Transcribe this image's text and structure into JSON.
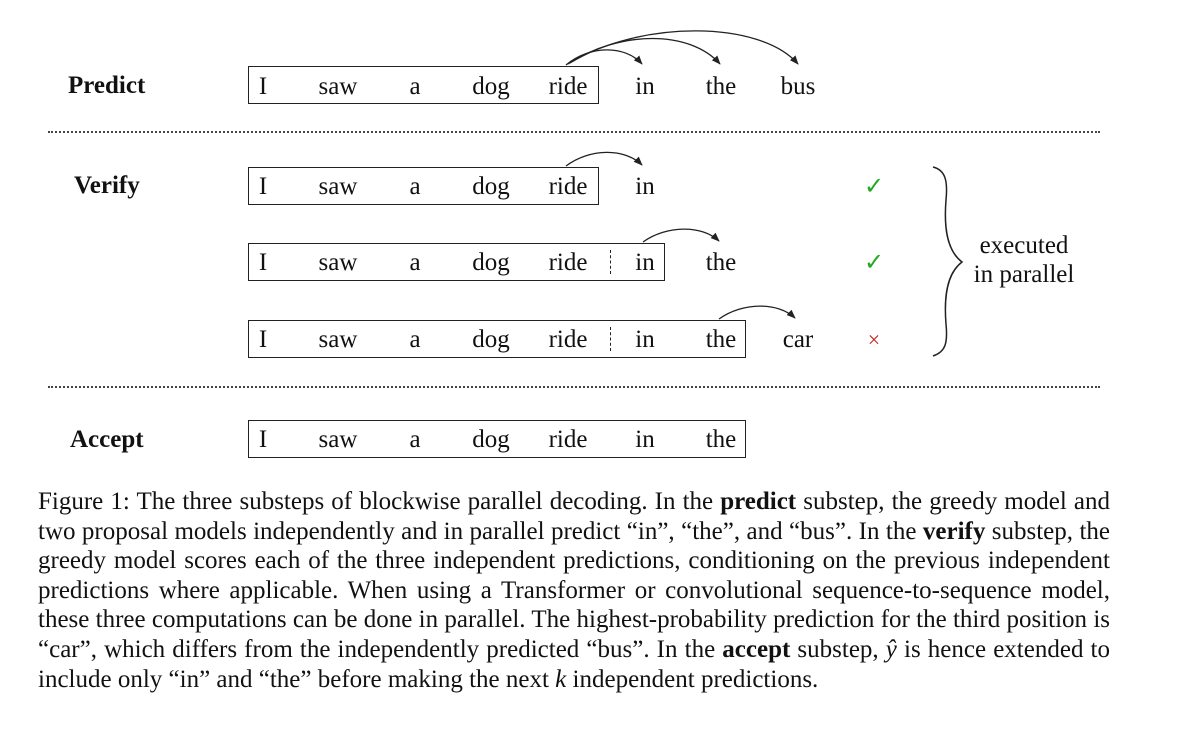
{
  "stages": {
    "predict": "Predict",
    "verify": "Verify",
    "accept": "Accept"
  },
  "rows": {
    "predict": [
      "I",
      "saw",
      "a",
      "dog",
      "ride",
      "in",
      "the",
      "bus"
    ],
    "verify1": [
      "I",
      "saw",
      "a",
      "dog",
      "ride",
      "in"
    ],
    "verify2": [
      "I",
      "saw",
      "a",
      "dog",
      "ride",
      "in",
      "the"
    ],
    "verify3": [
      "I",
      "saw",
      "a",
      "dog",
      "ride",
      "in",
      "the",
      "car"
    ],
    "accept": [
      "I",
      "saw",
      "a",
      "dog",
      "ride",
      "in",
      "the"
    ]
  },
  "marks": {
    "check": "✓",
    "cross": "×"
  },
  "side_note": {
    "line1": "executed",
    "line2": "in parallel"
  },
  "caption": {
    "label": "Figure 1:",
    "p1": " The three substeps of blockwise parallel decoding. In the ",
    "b1": "predict",
    "p2": " substep, the greedy model and two proposal models independently and in parallel predict “in”, “the”, and “bus”. In the ",
    "b2": "verify",
    "p3": " substep, the greedy model scores each of the three independent predictions, conditioning on the previous independent predictions where applicable. When using a Transformer or convolutional sequence-to-sequence model, these three computations can be done in parallel. The highest-probability prediction for the third position is “car”, which differs from the independently predicted “bus”. In the ",
    "b3": "accept",
    "p4": " substep, ",
    "yhat": "ŷ",
    "p5": " is hence extended to include only “in” and “the” before making the next ",
    "k": "k",
    "p6": " independent predictions."
  },
  "colors": {
    "check": "#22a822",
    "cross": "#cc2222"
  }
}
